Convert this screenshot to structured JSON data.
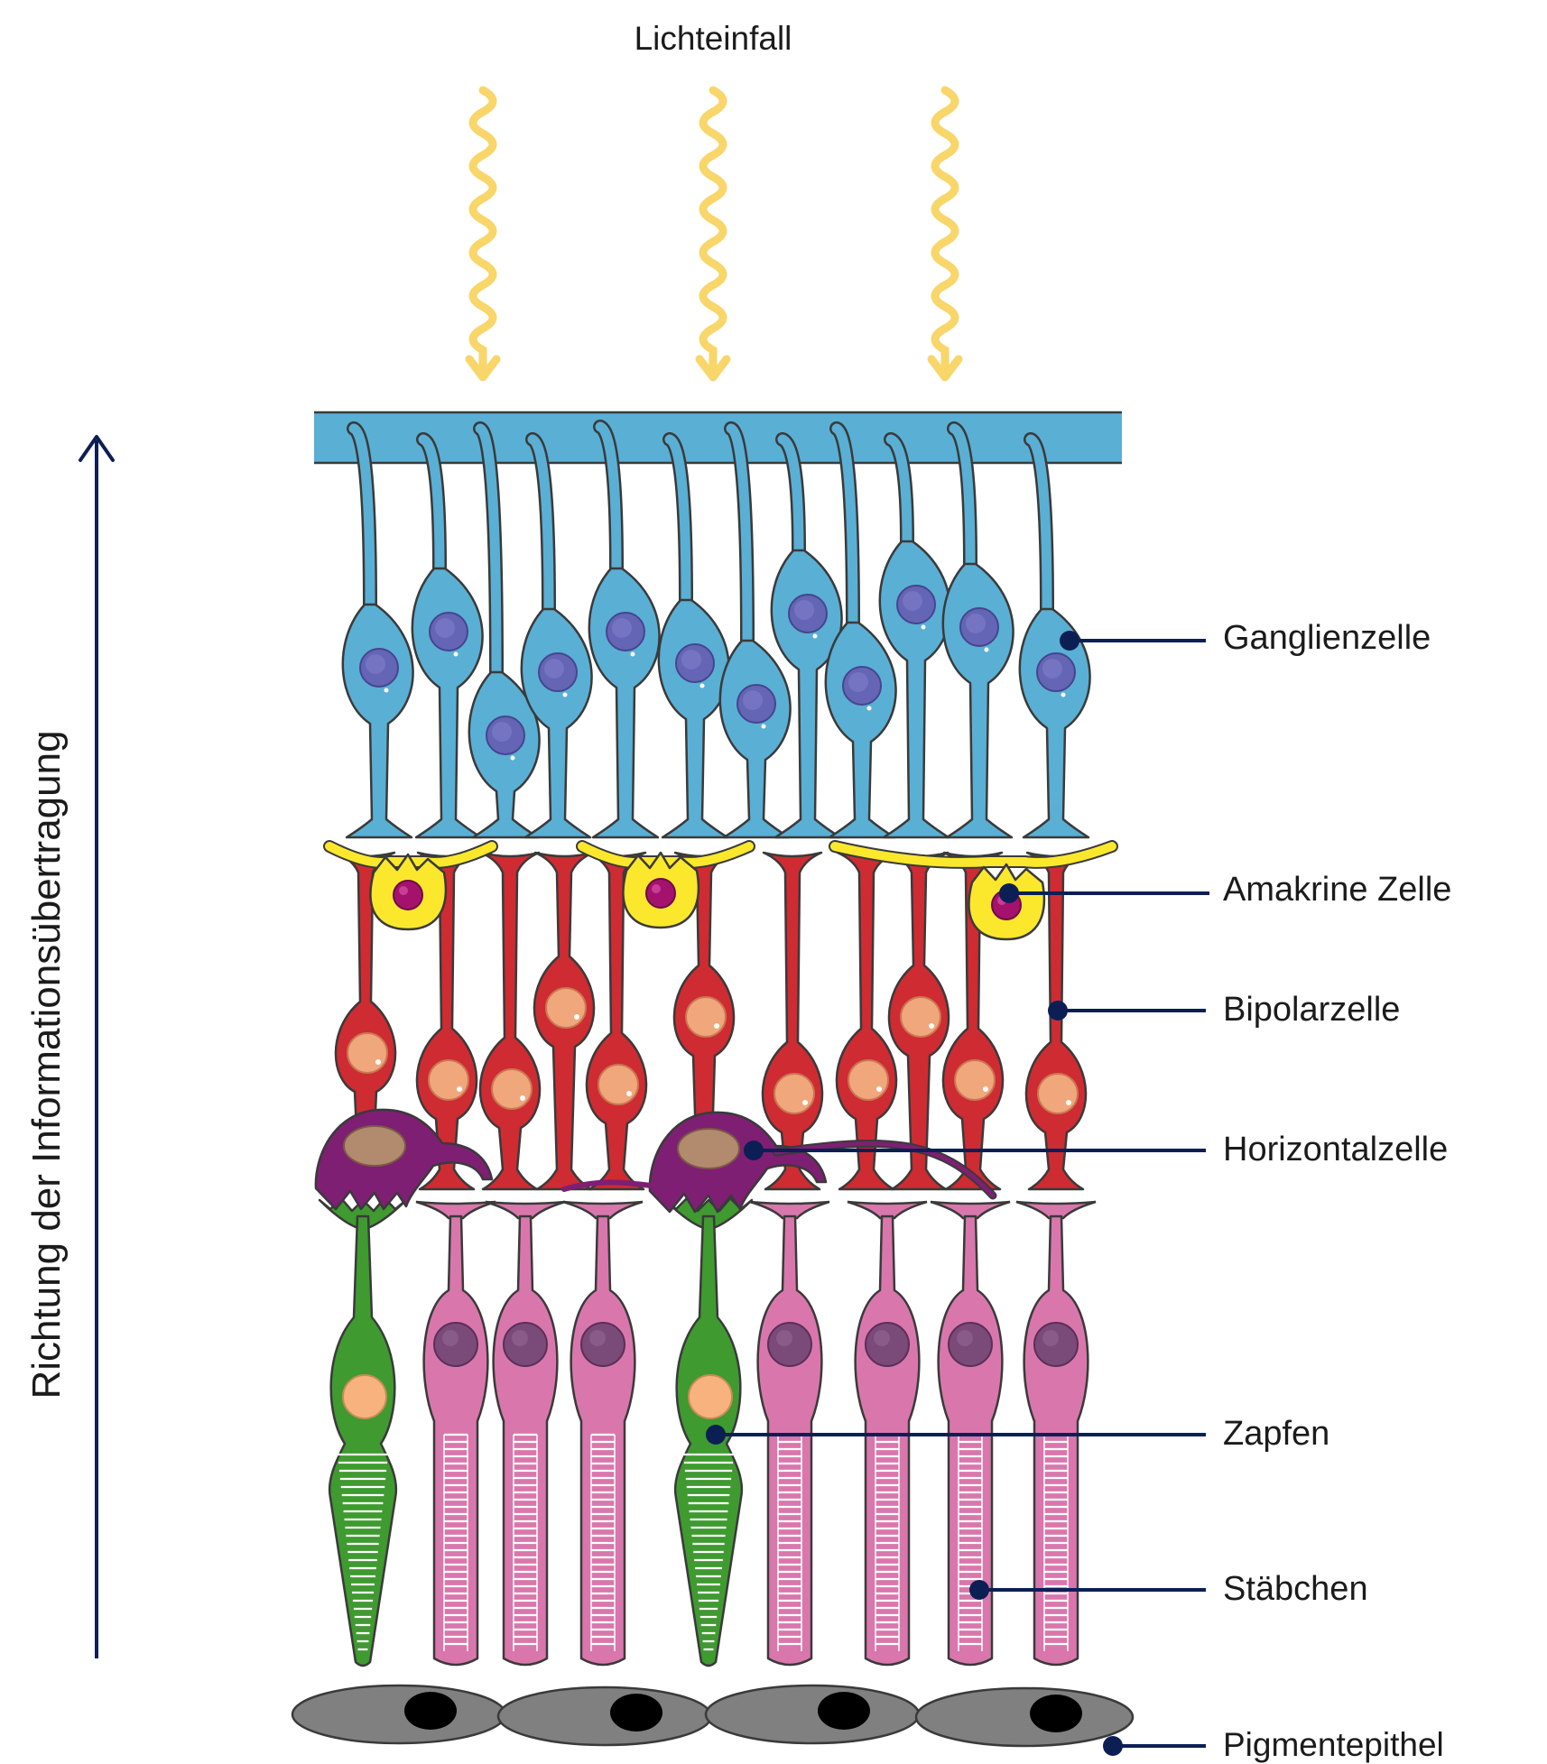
{
  "title": "Lichteinfall",
  "axis_label": "Richtung der Informationsübertragung",
  "labels": {
    "ganglion": "Ganglienzelle",
    "amacrine": "Amakrine Zelle",
    "bipolar": "Bipolarzelle",
    "horizontal": "Horizontalzelle",
    "cone": "Zapfen",
    "rod": "Stäbchen",
    "pigment": "Pigmentepithel"
  },
  "colors": {
    "ganglion": "#5aafd4",
    "ganglion_nucleus": "#6565b5",
    "amacrine": "#fbe82c",
    "amacrine_nucleus": "#a4126e",
    "bipolar": "#cf2b32",
    "bipolar_nucleus": "#f0a77b",
    "horizontal": "#7e1f73",
    "horizontal_nucleus": "#b28a6e",
    "cone": "#3f9a30",
    "cone_nucleus": "#f7b27d",
    "rod": "#d977ac",
    "rod_nucleus": "#7a4a78",
    "pigment": "#808080",
    "light": "#f8d66a",
    "pointer": "#0c1f55"
  }
}
